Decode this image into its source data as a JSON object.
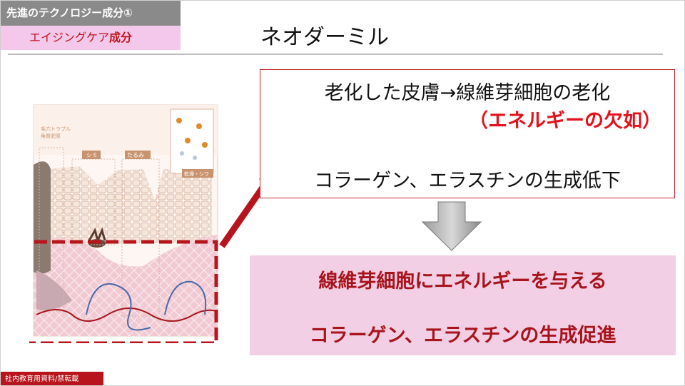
{
  "slide": {
    "category": "先進のテクノロジー成分①",
    "subtitle_prefix": "エイジングケア",
    "subtitle_emphasis": "成分",
    "title": "ネオダーミル",
    "upper_box": {
      "line1": "老化した皮膚→線維芽細胞の老化",
      "line2": "（エネルギーの欠如）",
      "line3": "コラーゲン、エラスチンの生成低下"
    },
    "result_box": {
      "line1": "線維芽細胞にエネルギーを与える",
      "line2": "コラーゲン、エラスチンの生成促進"
    },
    "footer": "社内教育用資料/禁転載"
  },
  "illustration": {
    "labels": {
      "pores": "毛穴トラブル\n角質肥厚",
      "spots": "シミ",
      "sagging": "たるみ",
      "dryness": "乾燥・シワ"
    }
  },
  "colors": {
    "header_gray": "#8a8a8a",
    "subtitle_pink": "#f4c8ea",
    "accent_red": "#c0141f",
    "highlight_red": "#e3121c",
    "result_pink": "#f3cfe6",
    "footer_red": "#b8141c"
  }
}
